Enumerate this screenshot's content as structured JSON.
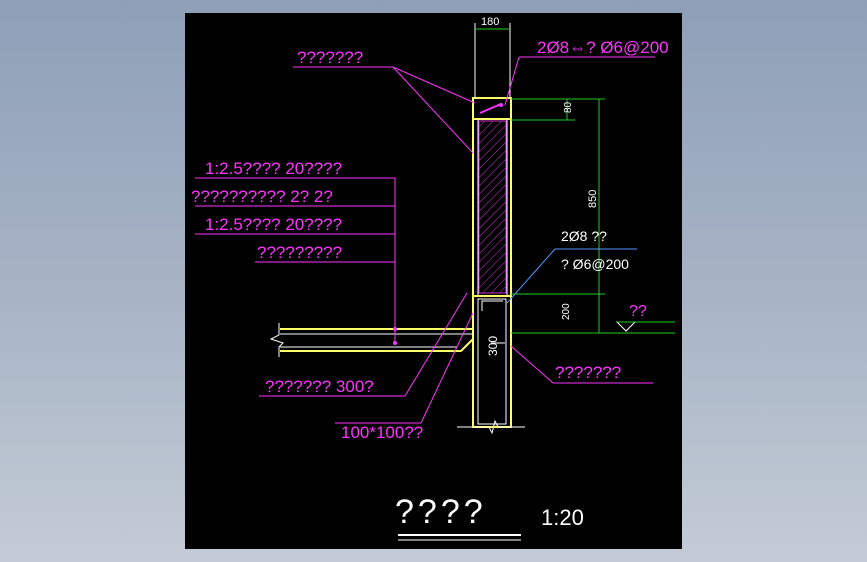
{
  "drawing": {
    "top_dimension": "180",
    "rebar_top_label": "2Ø8⇔? Ø6@200",
    "leader_label_top": "???????",
    "layer_1": "1:2.5???? 20????",
    "layer_2": "?????????? 2? 2?",
    "layer_3": "1:2.5???? 20????",
    "layer_4": "?????????",
    "dim_80": "80",
    "dim_850": "850",
    "dim_200": "200",
    "dim_300": "300",
    "rebar_mid_1": "2Ø8 ??",
    "rebar_mid_2": "? Ø6@200",
    "level_mark": "??",
    "right_leader_label": "???????",
    "slab_label": "??????? 300?",
    "bottom_label": "100*100??",
    "title": "????",
    "scale": "1:20"
  },
  "colors": {
    "background": "#000000",
    "annotation": "#ff33ff",
    "structure": "#ffff66",
    "dimension": "#22cc22",
    "leader": "#3399ff",
    "text": "#ffffff"
  }
}
